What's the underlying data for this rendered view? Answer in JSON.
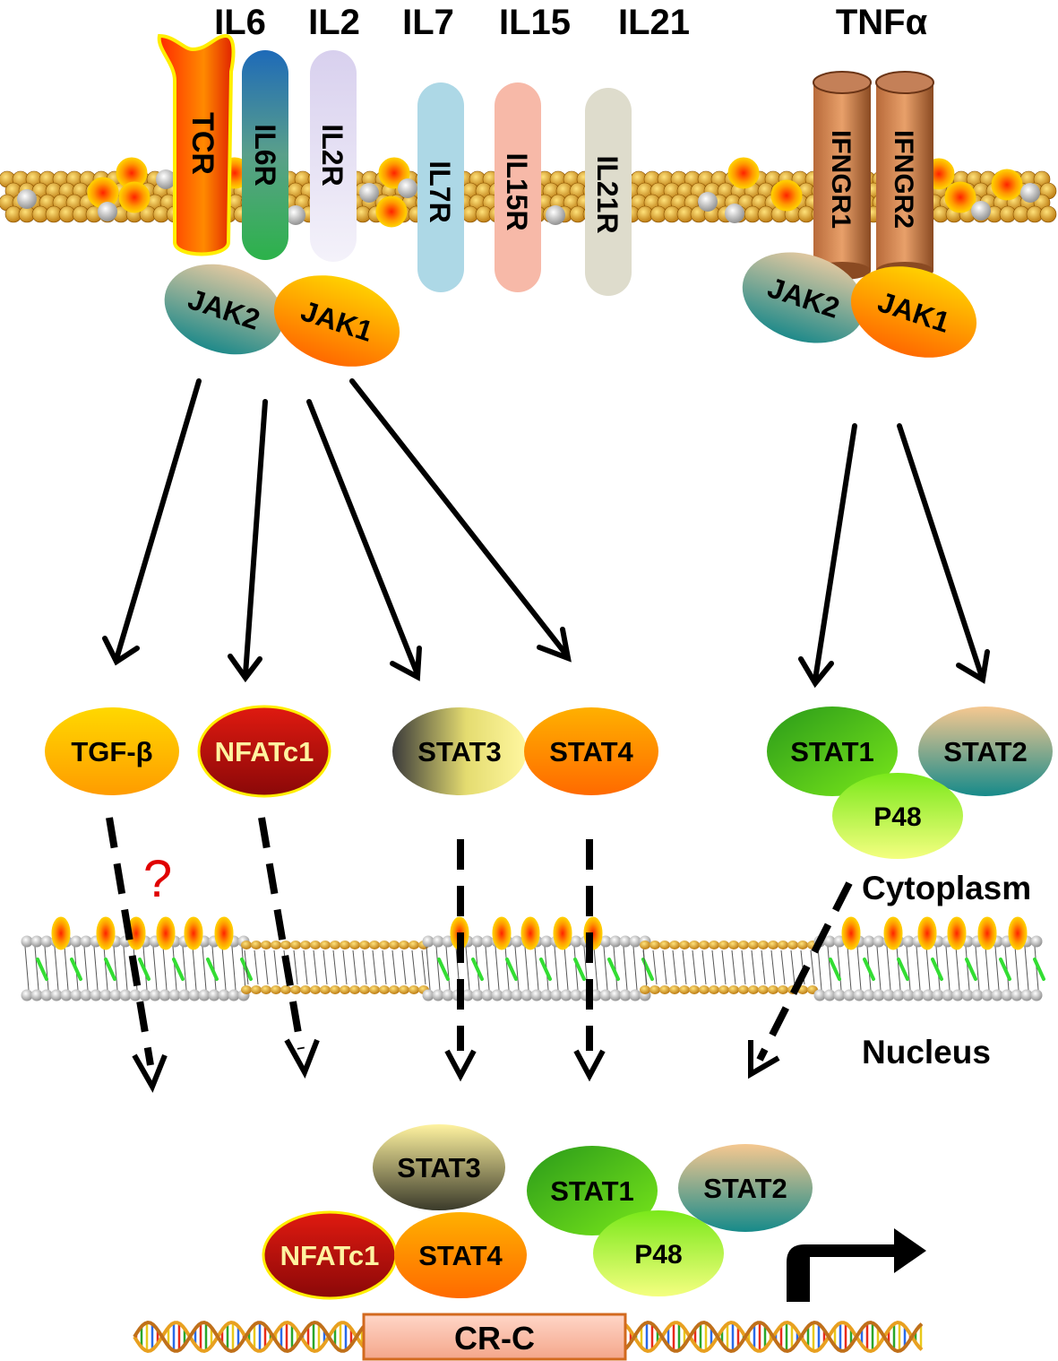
{
  "ligands": {
    "il6": "IL6",
    "il2": "IL2",
    "il7": "IL7",
    "il15": "IL15",
    "il21": "IL21",
    "tnfa": "TNFα"
  },
  "receptors": {
    "tcr": "TCR",
    "il6r": "IL6R",
    "il2r": "IL2R",
    "il7r": "IL7R",
    "il15r": "IL15R",
    "il21r": "IL21R",
    "ifngr1": "IFNGR1",
    "ifngr2": "IFNGR2"
  },
  "kinases": {
    "left_jak2": "JAK2",
    "left_jak1": "JAK1",
    "right_jak2": "JAK2",
    "right_jak1": "JAK1"
  },
  "cytoplasm_factors": {
    "tgfb": "TGF-β",
    "nfatc1": "NFATc1",
    "stat3": "STAT3",
    "stat4": "STAT4",
    "stat1": "STAT1",
    "stat2": "STAT2",
    "p48": "P48"
  },
  "question_mark": "?",
  "compartments": {
    "cytoplasm": "Cytoplasm",
    "nucleus": "Nucleus"
  },
  "nuclear_factors": {
    "stat3": "STAT3",
    "nfatc1": "NFATc1",
    "stat4": "STAT4",
    "stat1": "STAT1",
    "stat2": "STAT2",
    "p48": "P48"
  },
  "dna": {
    "promoter_label": "CR-C"
  },
  "colors": {
    "tgfb": "#f2d400",
    "nfatc1": "#c0100e",
    "stat3": "#f4ef86",
    "stat4": "#ff9a1a",
    "stat1": "#4fc51a",
    "stat2": "#f4c690",
    "p48": "#b8f04a",
    "jak2": "#86b58f",
    "jak1": "#ff9f1f",
    "ifngr": "#a8623a",
    "membrane_head": "#c8860a",
    "question": "#e00000"
  }
}
